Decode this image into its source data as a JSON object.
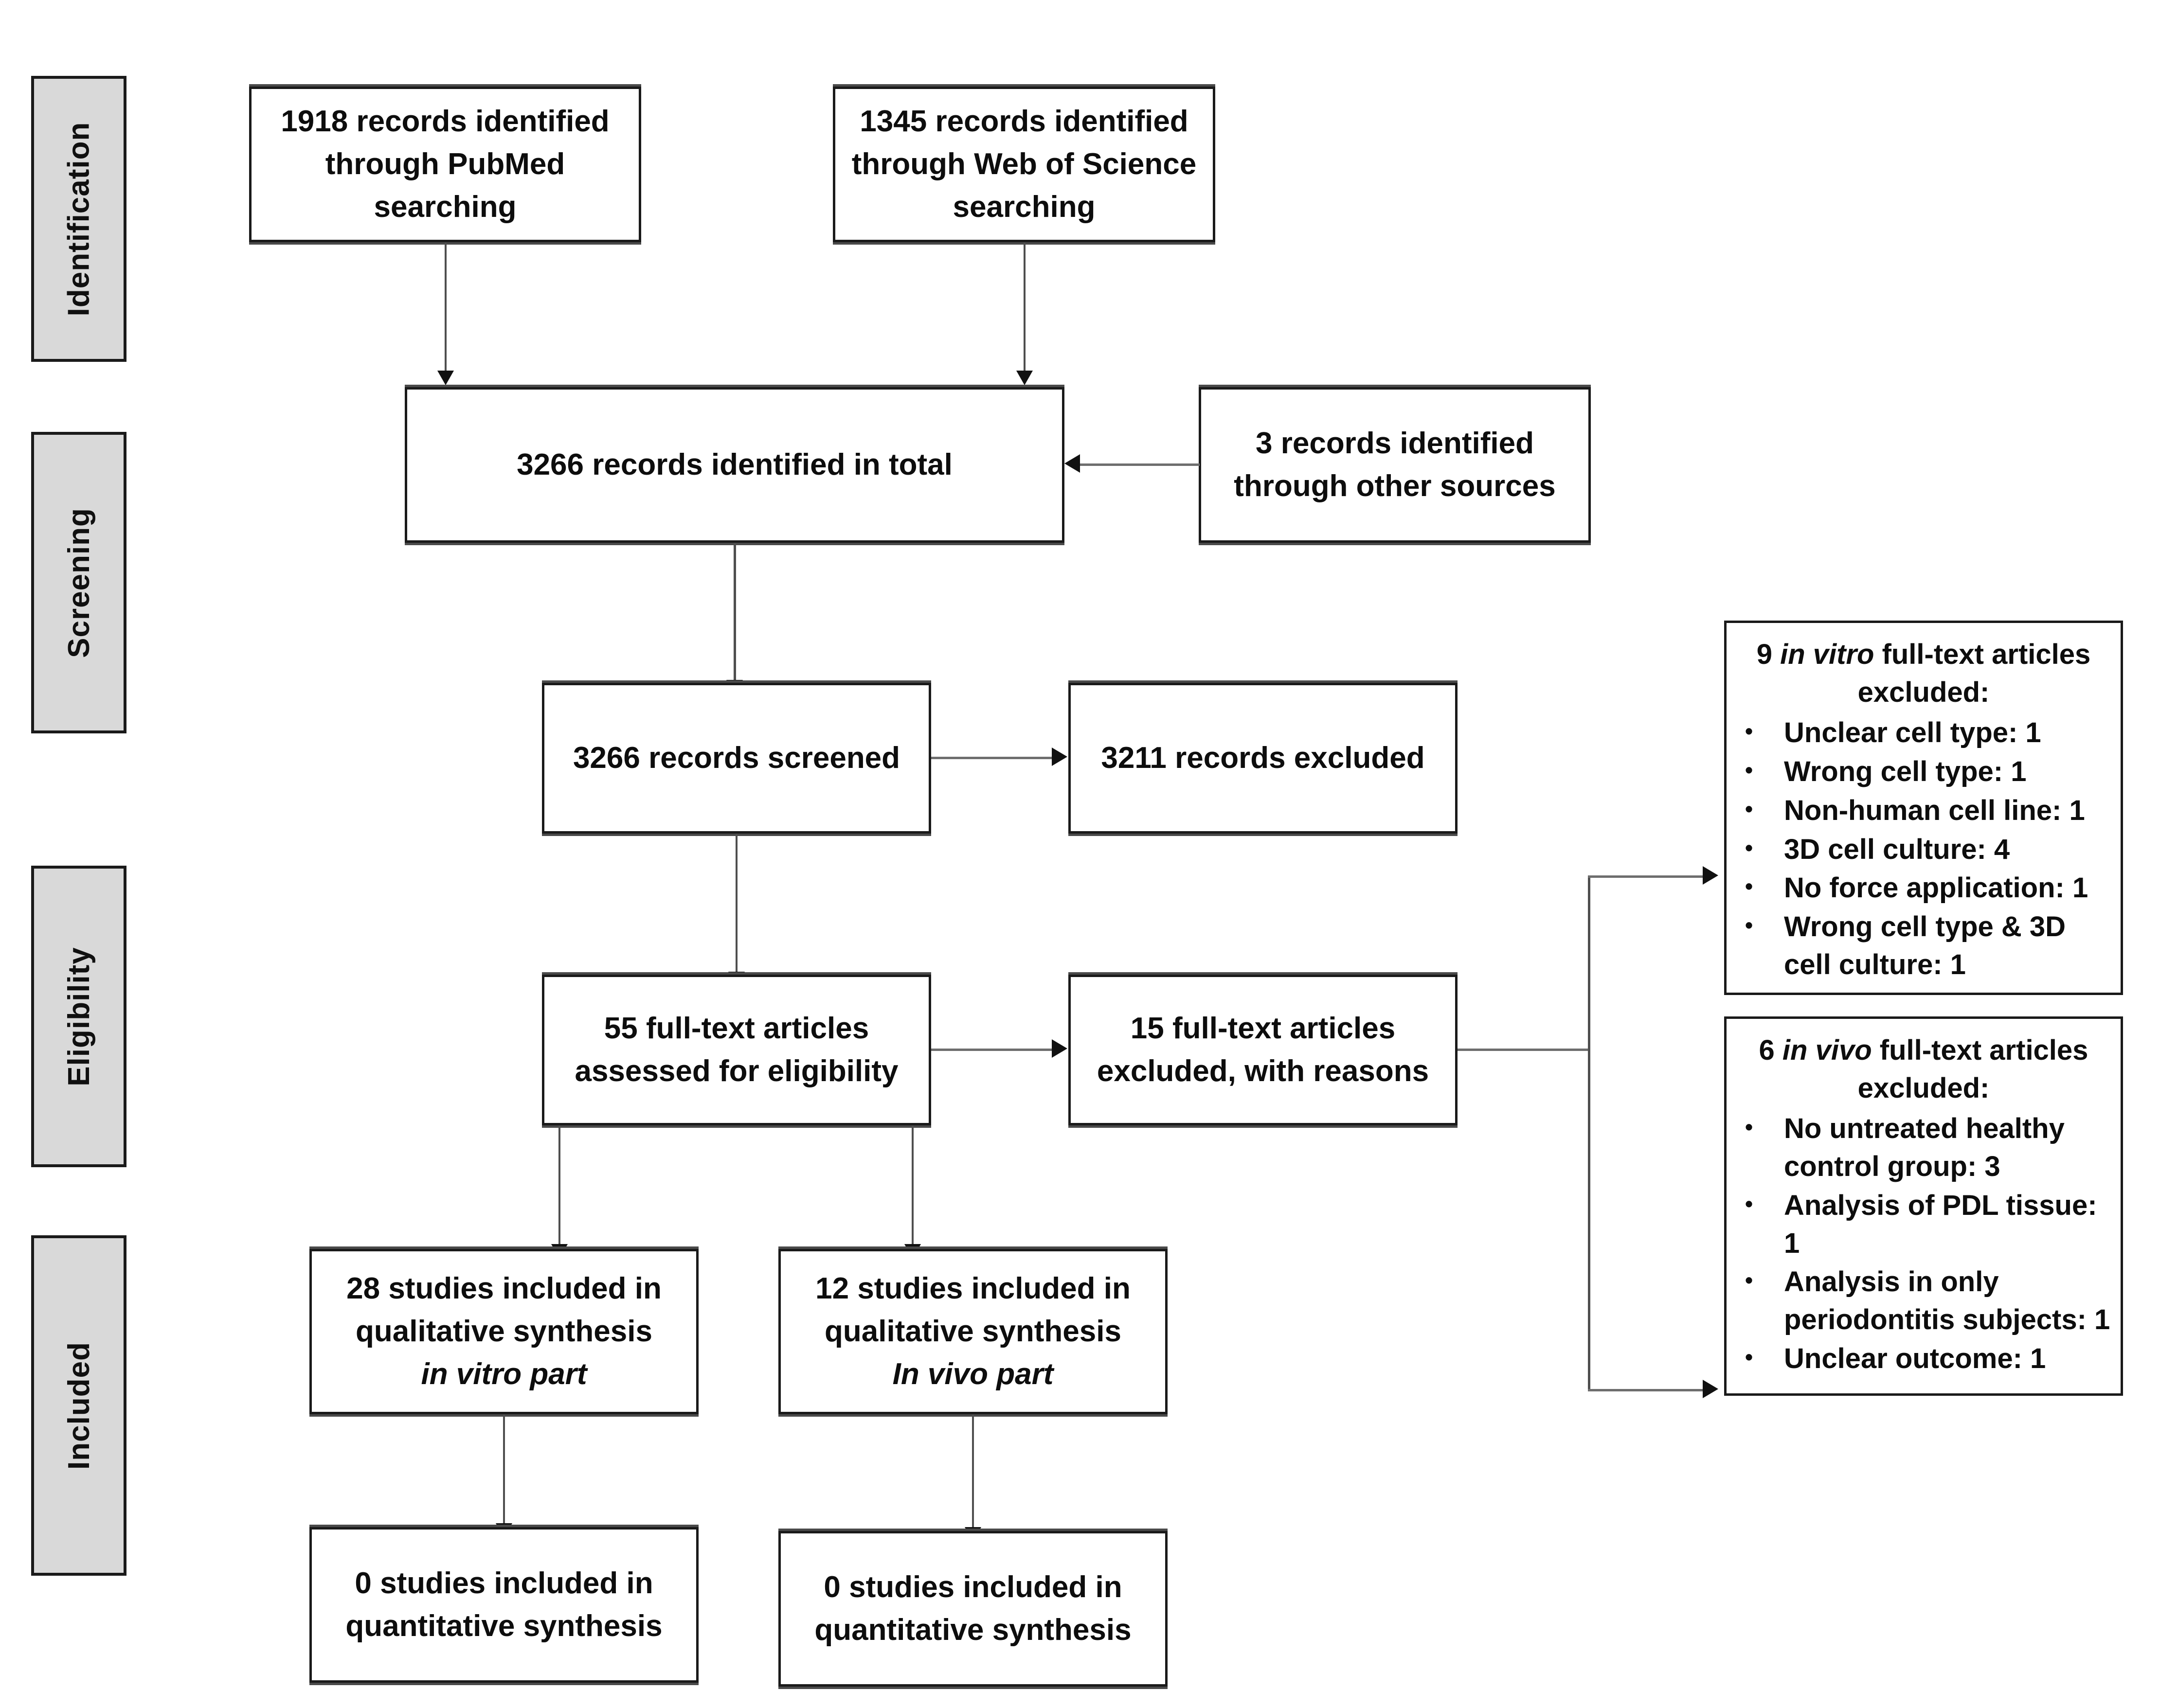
{
  "diagram": {
    "type": "prisma-flow-diagram",
    "stages": [
      {
        "id": "identification",
        "label": "Identification"
      },
      {
        "id": "screening",
        "label": "Screening"
      },
      {
        "id": "eligibility",
        "label": "Eligibility"
      },
      {
        "id": "included",
        "label": "Included"
      }
    ],
    "boxes": {
      "pubmed": {
        "lines": [
          "1918 records identified",
          "through PubMed",
          "searching"
        ]
      },
      "wos": {
        "lines": [
          "1345 records identified",
          "through Web of Science",
          "searching"
        ]
      },
      "total": {
        "lines": [
          "3266 records identified in total"
        ]
      },
      "other_sources": {
        "lines": [
          "3 records identified",
          "through other sources"
        ]
      },
      "screened": {
        "lines": [
          "3266 records screened"
        ]
      },
      "excluded": {
        "lines": [
          "3211 records excluded"
        ]
      },
      "assessed": {
        "lines": [
          "55 full-text articles",
          "assessed for eligibility"
        ]
      },
      "excluded_ft": {
        "lines": [
          "15 full-text articles",
          "excluded, with reasons"
        ]
      },
      "qual_invitro": {
        "lines": [
          "28 studies included in",
          "qualitative synthesis"
        ],
        "italic_line": "in vitro part"
      },
      "qual_invivo": {
        "lines": [
          "12 studies included in",
          "qualitative synthesis"
        ],
        "italic_line": "In vivo part"
      },
      "quant_invitro": {
        "lines": [
          "0 studies included in",
          "quantitative synthesis"
        ]
      },
      "quant_invivo": {
        "lines": [
          "0 studies included in",
          "quantitative synthesis"
        ]
      }
    },
    "exclusion_invitro": {
      "count": "9",
      "title_italic": "in vitro",
      "title_prefix": "9 ",
      "title_suffix": " full-text articles excluded:",
      "bullet_glyph": "•",
      "reasons": [
        "Unclear cell type: 1",
        "Wrong cell type: 1",
        "Non-human cell line: 1",
        "3D cell culture: 4",
        "No force application: 1",
        "Wrong cell type & 3D cell culture: 1"
      ]
    },
    "exclusion_invivo": {
      "count": "6",
      "title_italic": "in vivo",
      "title_prefix": "6 ",
      "title_suffix": " full-text articles excluded:",
      "bullet_glyph": "•",
      "reasons": [
        "No untreated healthy control group: 3",
        "Analysis of PDL tissue: 1",
        "Analysis in only periodontitis subjects: 1",
        "Unclear outcome: 1"
      ]
    },
    "colors": {
      "stage_fill": "#d9d9d9",
      "box_border": "#1a1a1a",
      "connector": "#6e6e6e",
      "text": "#0d0d0d",
      "background": "#ffffff"
    }
  }
}
